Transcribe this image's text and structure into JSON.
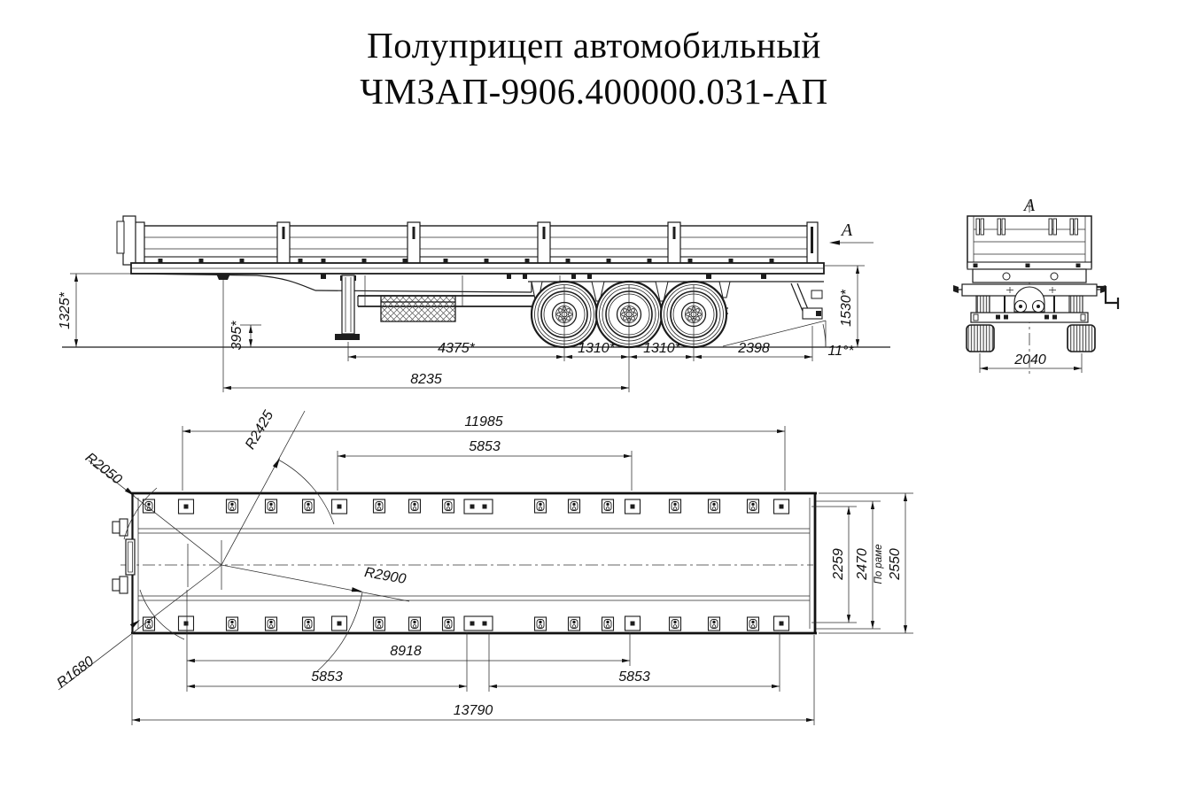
{
  "title": {
    "line1": "Полуприцеп автомобильный",
    "line2": "ЧМЗАП-9906.400000.031-АП"
  },
  "side_view": {
    "section_arrow_label": "A",
    "dim_height_front": "1325*",
    "dim_clearance": "395*",
    "dim_leg_to_axle": "4375*",
    "dim_axle_spacing_1": "1310*",
    "dim_axle_spacing_2": "1310*",
    "dim_rear_overhang": "2398",
    "dim_kingpin_to_bogie": "8235",
    "dim_height_rear": "1530*",
    "dim_departure_angle": "11°*"
  },
  "rear_view": {
    "section_label": "A",
    "dim_track": "2040"
  },
  "top_view": {
    "dim_length_upper": "11985",
    "dim_span_upper": "5853",
    "dim_width_inner": "2259",
    "dim_width_frame": "2470",
    "note_width_frame": "По раме",
    "dim_width_overall": "2550",
    "dim_front_to_bogie": "8918",
    "dim_span_left": "5853",
    "dim_span_right": "5853",
    "dim_length_overall": "13790",
    "radius_front_left": "R2050",
    "radius_front": "R2425",
    "radius_side": "R2900",
    "radius_rear_left": "R1680"
  },
  "colors": {
    "line": "#1c1c1c",
    "background": "#ffffff"
  }
}
